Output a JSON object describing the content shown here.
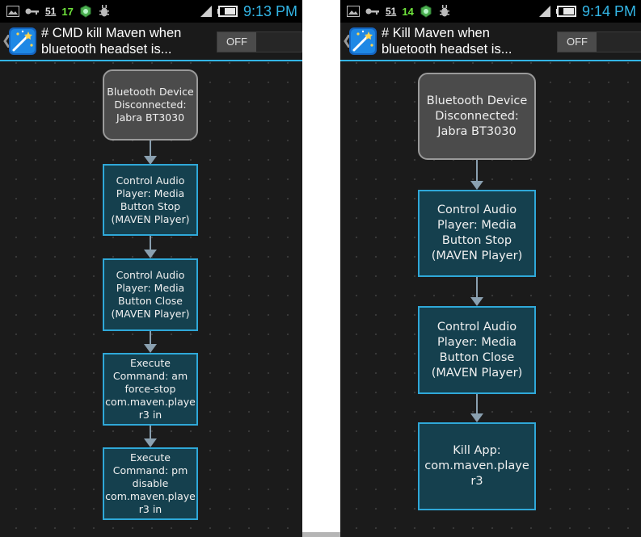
{
  "left": {
    "status": {
      "ct": "51",
      "n": "17",
      "time": "9:13 PM"
    },
    "title": "# CMD kill Maven when bluetooth headset is...",
    "toggle_label": "OFF",
    "trigger": "Bluetooth Device\nDisconnected:\nJabra BT3030",
    "actions": [
      "Control Audio\nPlayer: Media\nButton Stop\n(MAVEN Player)",
      "Control Audio\nPlayer: Media\nButton Close\n(MAVEN Player)",
      "Execute\nCommand: am\nforce-stop\ncom.maven.playe\nr3 in",
      "Execute\nCommand: pm\ndisable\ncom.maven.playe\nr3 in"
    ]
  },
  "right": {
    "status": {
      "ct": "51",
      "n": "14",
      "time": "9:14 PM"
    },
    "title": "# Kill Maven when bluetooth headset is...",
    "toggle_label": "OFF",
    "trigger": "Bluetooth Device\nDisconnected:\nJabra BT3030",
    "actions": [
      "Control Audio\nPlayer: Media\nButton Stop\n(MAVEN Player)",
      "Control Audio\nPlayer: Media\nButton Close\n(MAVEN Player)",
      "Kill App:\ncom.maven.playe\nr3"
    ]
  },
  "colors": {
    "accent": "#33b5e5",
    "node_border": "#2fa8d8",
    "node_fill": "#15404e",
    "trigger_fill": "#4b4b4b"
  }
}
